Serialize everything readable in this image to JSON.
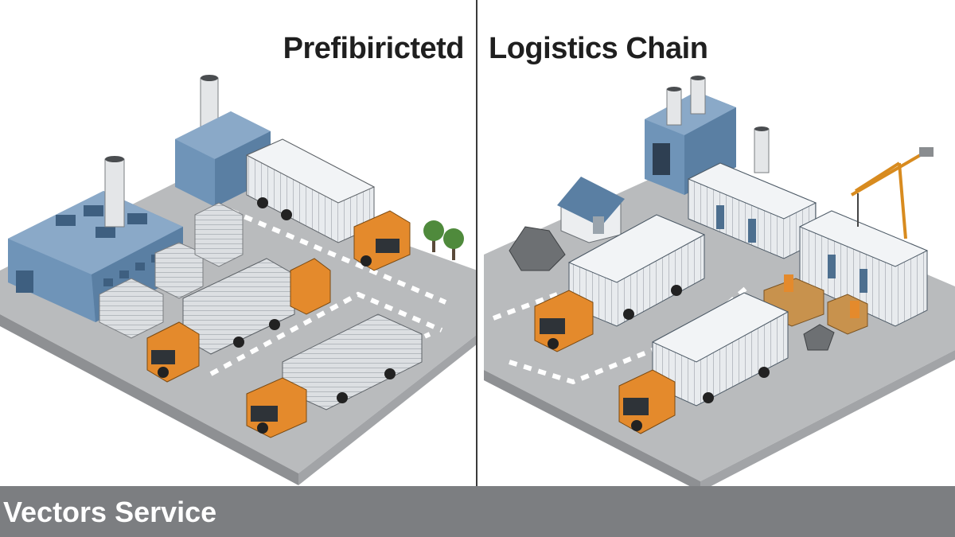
{
  "titles": {
    "left": "Prefibirictetd",
    "right": "Logistics Chain"
  },
  "footer": {
    "text": "Vectors Service"
  },
  "colors": {
    "ground": "#b9bbbd",
    "ground_side": "#8e9093",
    "factory_blue": "#6f94b8",
    "truck_orange": "#e48a2c",
    "container_white": "#e6e9ec",
    "footer_bar": "#7c7e81",
    "divider": "#3a3a3a"
  },
  "scene": {
    "left_panel": [
      "factory-left",
      "smokestack-left",
      "truck-top-left",
      "truck-middle-left",
      "truck-bottom-left",
      "panel-stacks",
      "trees"
    ],
    "right_panel": [
      "factory-right",
      "house",
      "rocks",
      "modular-buildings",
      "crane",
      "truck-middle-right",
      "truck-bottom-right",
      "pallets"
    ]
  }
}
